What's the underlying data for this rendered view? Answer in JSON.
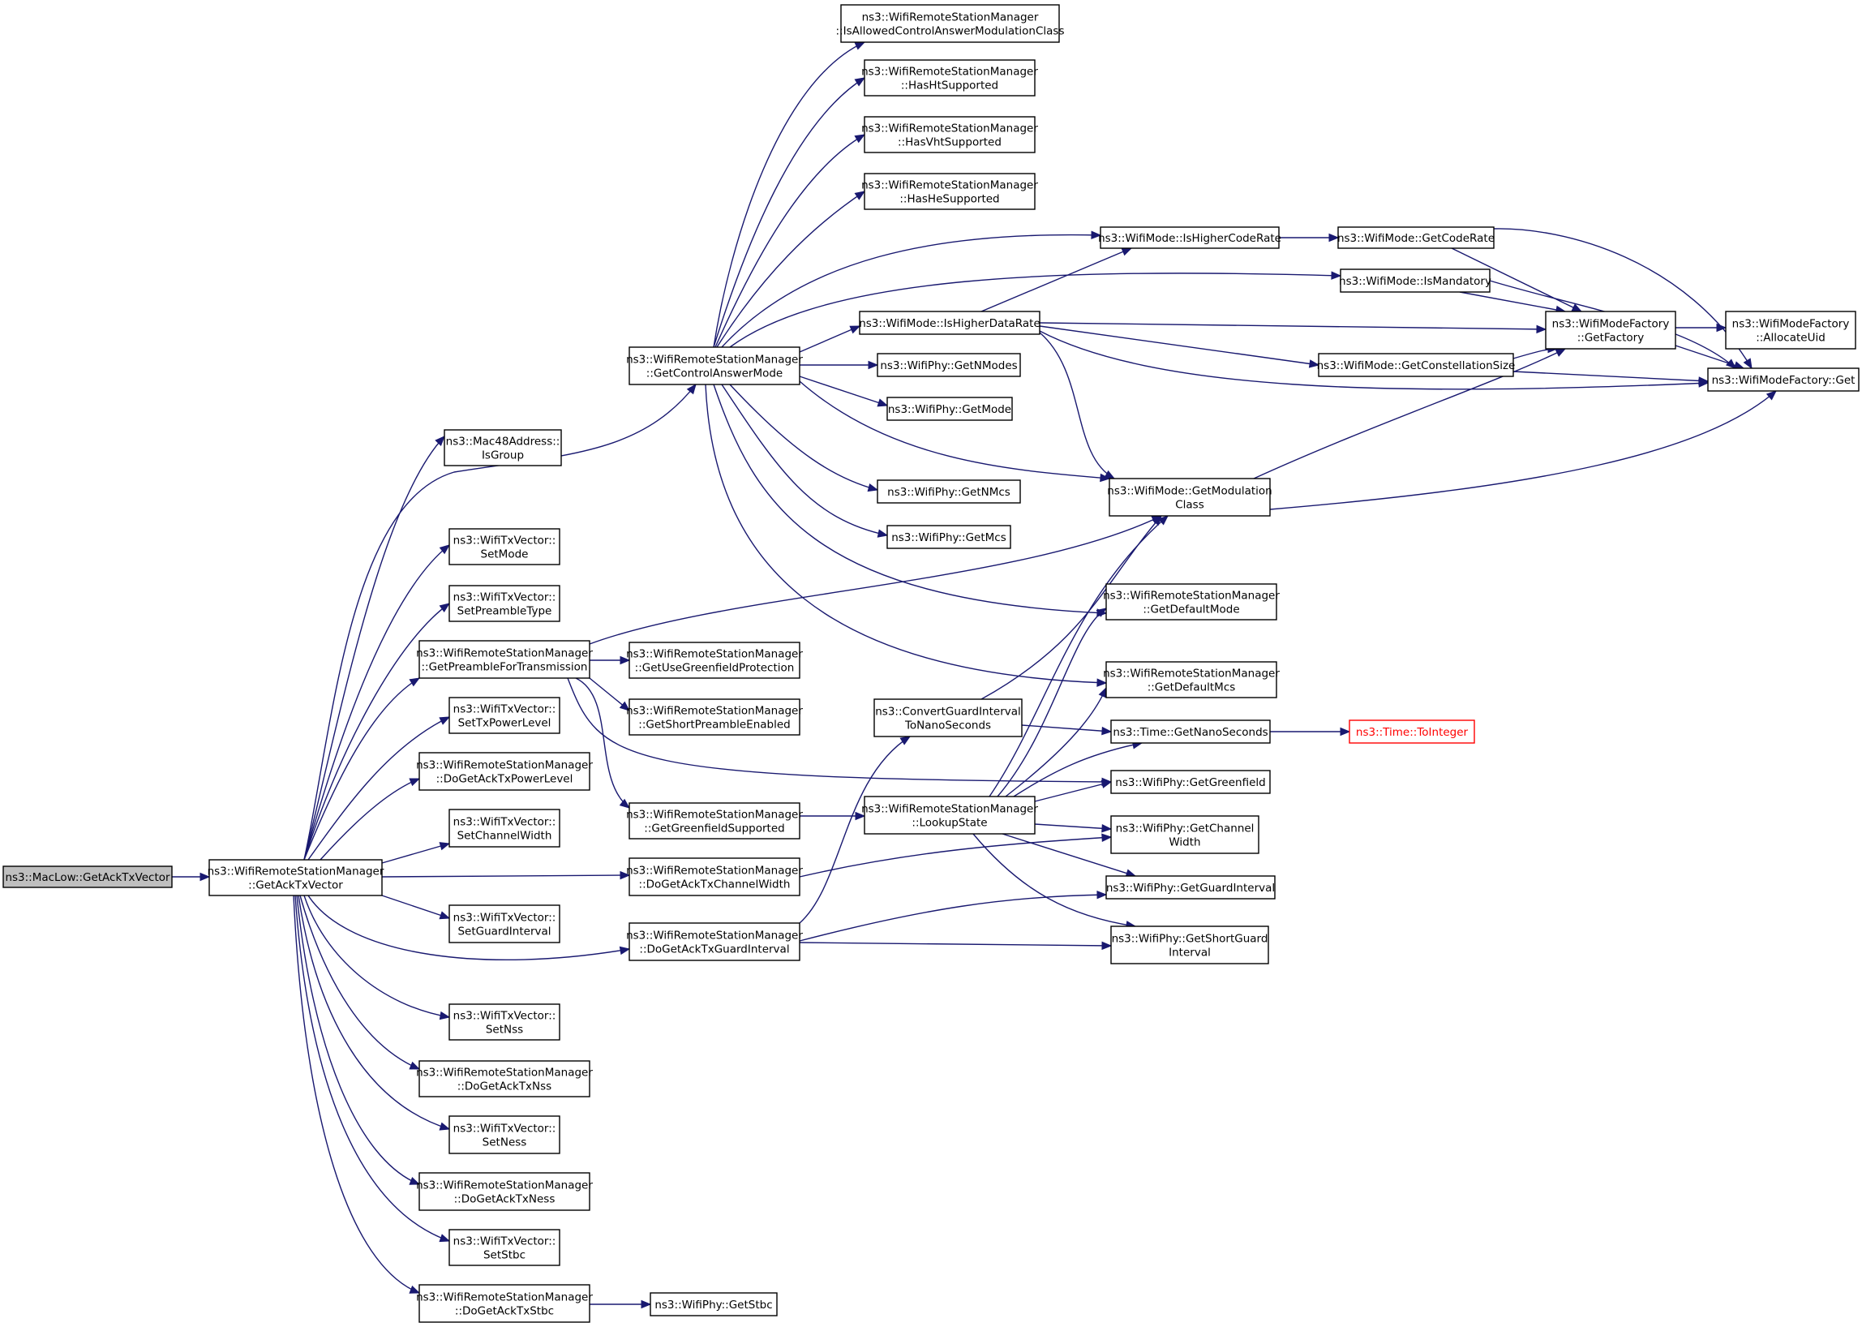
{
  "graph": {
    "edge_color": "#191970",
    "missing_node_color": "#ff0000",
    "root_fill": "#bfbfbf",
    "nodes": {
      "maclow": [
        "ns3::MacLow::GetAckTxVector"
      ],
      "getack": [
        "ns3::WifiRemoteStationManager",
        "::GetAckTxVector"
      ],
      "isgroup": [
        "ns3::Mac48Address::",
        "IsGroup"
      ],
      "setmode": [
        "ns3::WifiTxVector::",
        "SetMode"
      ],
      "setpreamble": [
        "ns3::WifiTxVector::",
        "SetPreambleType"
      ],
      "getpreamble": [
        "ns3::WifiRemoteStationManager",
        "::GetPreambleForTransmission"
      ],
      "settxpower": [
        "ns3::WifiTxVector::",
        "SetTxPowerLevel"
      ],
      "dogetpower": [
        "ns3::WifiRemoteStationManager",
        "::DoGetAckTxPowerLevel"
      ],
      "setchw": [
        "ns3::WifiTxVector::",
        "SetChannelWidth"
      ],
      "setgi": [
        "ns3::WifiTxVector::",
        "SetGuardInterval"
      ],
      "setnss": [
        "ns3::WifiTxVector::",
        "SetNss"
      ],
      "dogetnss": [
        "ns3::WifiRemoteStationManager",
        "::DoGetAckTxNss"
      ],
      "setness": [
        "ns3::WifiTxVector::",
        "SetNess"
      ],
      "dogetness": [
        "ns3::WifiRemoteStationManager",
        "::DoGetAckTxNess"
      ],
      "setstbc": [
        "ns3::WifiTxVector::",
        "SetStbc"
      ],
      "dogetstbc": [
        "ns3::WifiRemoteStationManager",
        "::DoGetAckTxStbc"
      ],
      "getctrl": [
        "ns3::WifiRemoteStationManager",
        "::GetControlAnswerMode"
      ],
      "usegreen": [
        "ns3::WifiRemoteStationManager",
        "::GetUseGreenfieldProtection"
      ],
      "shortpre": [
        "ns3::WifiRemoteStationManager",
        "::GetShortPreambleEnabled"
      ],
      "greensup": [
        "ns3::WifiRemoteStationManager",
        "::GetGreenfieldSupported"
      ],
      "dogetchw": [
        "ns3::WifiRemoteStationManager",
        "::DoGetAckTxChannelWidth"
      ],
      "dogetgi": [
        "ns3::WifiRemoteStationManager",
        "::DoGetAckTxGuardInterval"
      ],
      "getstbc": [
        "ns3::WifiPhy::GetStbc"
      ],
      "isallowed": [
        "ns3::WifiRemoteStationManager",
        "::IsAllowedControlAnswerModulationClass"
      ],
      "hasht": [
        "ns3::WifiRemoteStationManager",
        "::HasHtSupported"
      ],
      "hasvht": [
        "ns3::WifiRemoteStationManager",
        "::HasVhtSupported"
      ],
      "hashe": [
        "ns3::WifiRemoteStationManager",
        "::HasHeSupported"
      ],
      "ishighdata": [
        "ns3::WifiMode::IsHigherDataRate"
      ],
      "getnmodes": [
        "ns3::WifiPhy::GetNModes"
      ],
      "getmode": [
        "ns3::WifiPhy::GetMode"
      ],
      "getnmcs": [
        "ns3::WifiPhy::GetNMcs"
      ],
      "getmcs": [
        "ns3::WifiPhy::GetMcs"
      ],
      "convgi": [
        "ns3::ConvertGuardInterval",
        "ToNanoSeconds"
      ],
      "lookup": [
        "ns3::WifiRemoteStationManager",
        "::LookupState"
      ],
      "ishighcode": [
        "ns3::WifiMode::IsHigherCodeRate"
      ],
      "ismand": [
        "ns3::WifiMode::IsMandatory"
      ],
      "getmodclass": [
        "ns3::WifiMode::GetModulation",
        "Class"
      ],
      "defmode": [
        "ns3::WifiRemoteStationManager",
        "::GetDefaultMode"
      ],
      "defmcs": [
        "ns3::WifiRemoteStationManager",
        "::GetDefaultMcs"
      ],
      "getnano": [
        "ns3::Time::GetNanoSeconds"
      ],
      "getgreen": [
        "ns3::WifiPhy::GetGreenfield"
      ],
      "getchw": [
        "ns3::WifiPhy::GetChannel",
        "Width"
      ],
      "getgi": [
        "ns3::WifiPhy::GetGuardInterval"
      ],
      "getsgi": [
        "ns3::WifiPhy::GetShortGuard",
        "Interval"
      ],
      "getcode": [
        "ns3::WifiMode::GetCodeRate"
      ],
      "getconst": [
        "ns3::WifiMode::GetConstellationSize"
      ],
      "toint": [
        "ns3::Time::ToInteger"
      ],
      "factory": [
        "ns3::WifiModeFactory",
        "::GetFactory"
      ],
      "alloc": [
        "ns3::WifiModeFactory",
        "::AllocateUid"
      ],
      "fget": [
        "ns3::WifiModeFactory::Get"
      ]
    }
  }
}
